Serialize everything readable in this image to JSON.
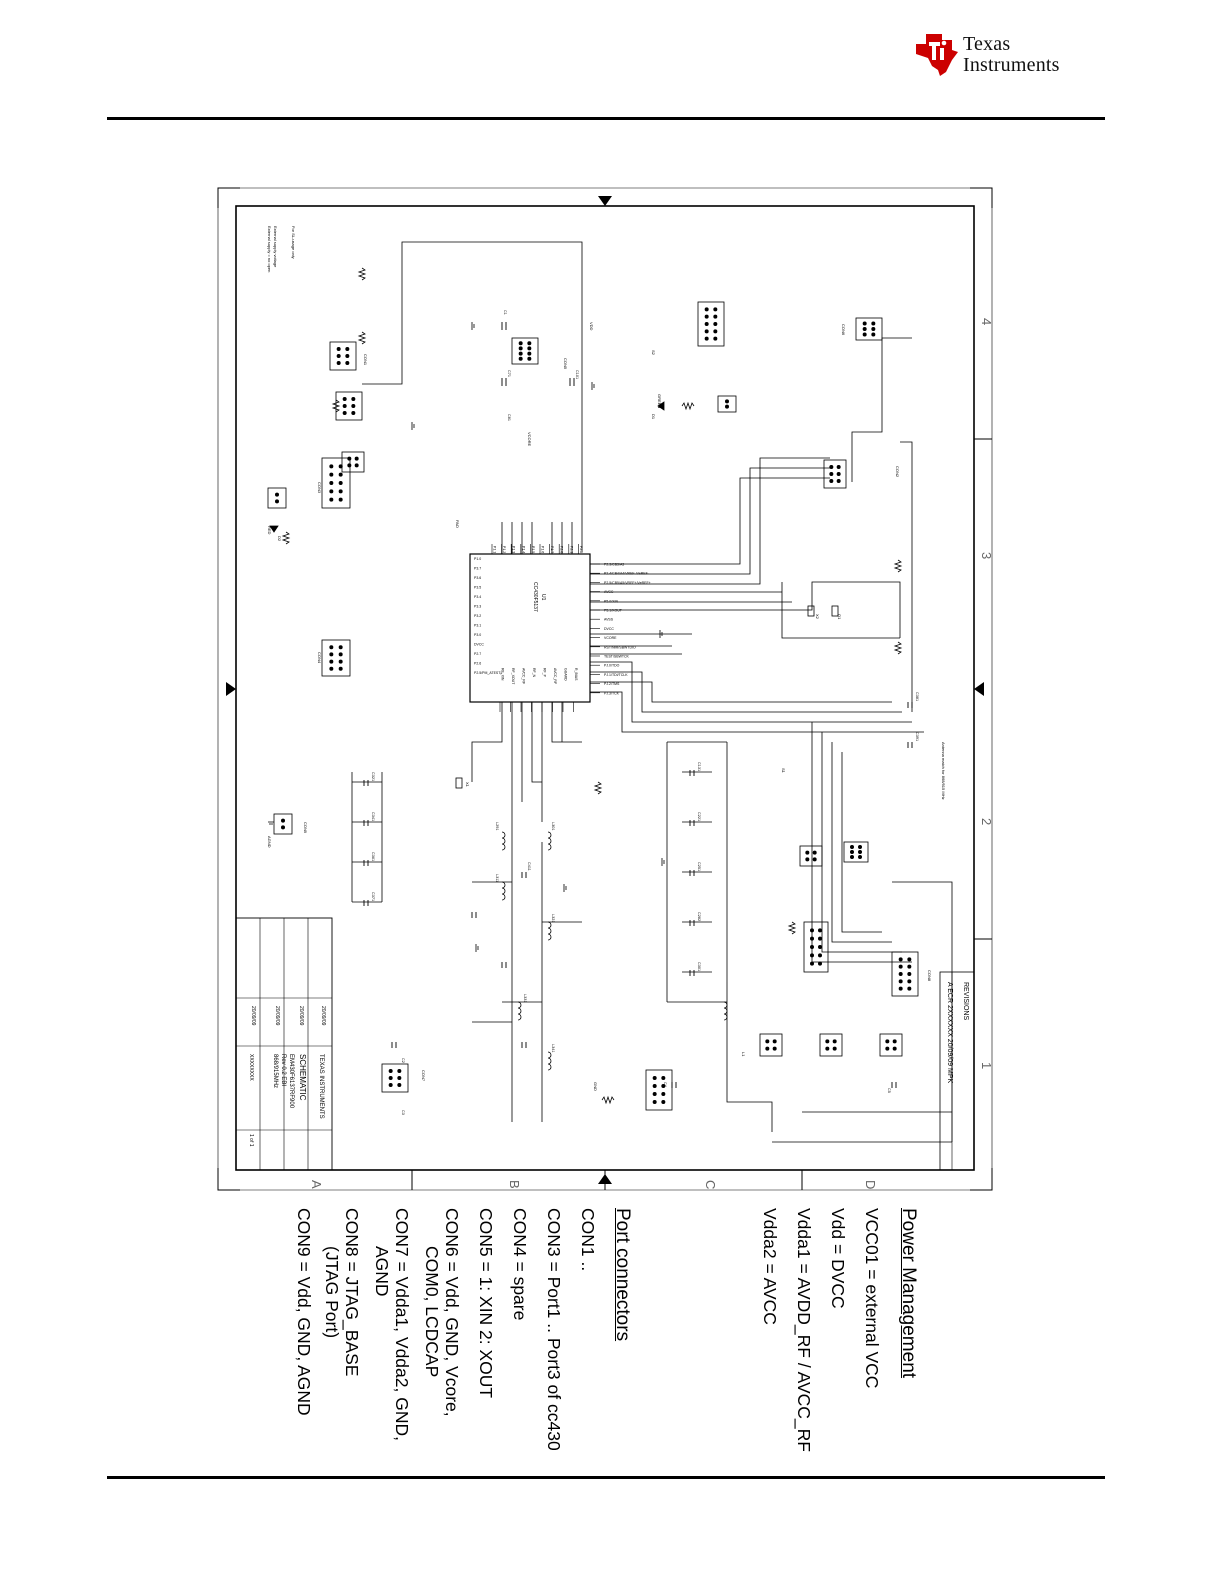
{
  "brand": {
    "line1": "Texas",
    "line2": "Instruments",
    "color": "#cc0000"
  },
  "schematic": {
    "zone_numbers": [
      "4",
      "3",
      "2",
      "1"
    ],
    "zone_letters": [
      "D",
      "C",
      "B",
      "A"
    ],
    "chip": {
      "ref": "U1",
      "part": "CC430F5137",
      "left_pins": [
        "P1.0",
        "P3.7",
        "P3.6",
        "P3.5",
        "P3.4",
        "P3.3",
        "P3.2",
        "P3.1",
        "P3.0",
        "DVCC",
        "P2.7",
        "P2.6",
        "P2.5/PM_ATEST1"
      ],
      "right_pins": [
        "P2.3/CB3/A3",
        "P2.4/CB4/A4/VREF-/VeREF-",
        "P2.5/CB5/A5/VREF+/VeREF+",
        "AVCC",
        "P5.0/XIN",
        "P5.1/XOUT",
        "AVSS",
        "DVCC",
        "VCORE",
        "RST/NMI/SBWTDIO",
        "TEST/SBWTCK",
        "PJ.0/TDO",
        "PJ.1/TDI/TCLK",
        "PJ.2/TMS",
        "PJ.3/TCK"
      ],
      "top_pins": [
        "P1.1",
        "P1.2",
        "P1.3",
        "P1.4",
        "P1.5",
        "P1.6",
        "P1.7",
        "P2.0",
        "P2.1",
        "P2.2"
      ],
      "bottom_pins": [
        "RF_XIN",
        "RF_XOUT",
        "AVCC_RF",
        "RF_N",
        "RF_P",
        "AVCC_RF",
        "GUARD",
        "R_BIAS"
      ]
    },
    "labels": {
      "vdd": "VDD",
      "vcore": "VCORE",
      "gnd": "GND",
      "agnd": "AGND",
      "pad": "PAD",
      "green": "GREEN",
      "d1": "D1",
      "d2": "D2",
      "led_red": "RED",
      "s1": "S1",
      "s2": "S2",
      "x1": "X1",
      "x2": "X2",
      "q1": "Q1",
      "l1": "L1",
      "note_for_sl": "For SL-usage only",
      "note_ext1": "External supply voltage",
      "note_ext2": "External supply = no open",
      "rev_note": "Antenna match for\n868/915 MHz"
    },
    "connectors": [
      "CON1",
      "CON2",
      "CON3",
      "CON4",
      "CON5",
      "CON6",
      "CON7",
      "CON8",
      "CON9"
    ],
    "caps": [
      "C1",
      "C2",
      "C3",
      "C4",
      "C5",
      "C71",
      "C81",
      "C101",
      "C131",
      "C221",
      "C251",
      "C282",
      "C301",
      "C321",
      "C341",
      "C361",
      "C371",
      "C381",
      "C391",
      "C411"
    ],
    "inductors": [
      "L291",
      "L301",
      "L311",
      "L321",
      "L331",
      "L341"
    ],
    "title_block": {
      "company": "TEXAS INSTRUMENTS",
      "title": "SCHEMATIC",
      "board": "EM430F6137RF900",
      "rev": "Rev 0.2 EBI",
      "freq": "868/915MHz",
      "date1": "20/09/09",
      "date2": "20/09/09",
      "date3": "20/09/09",
      "date4": "20/09/09",
      "sheet": "1 of 1",
      "doc": "XXXXXXXX"
    },
    "revision_box": {
      "header": "REVISIONS",
      "row": "A  ECR  2XXXXXX  20/09/09  MPK"
    }
  },
  "notes": {
    "power": {
      "heading": "Power Management",
      "lines": [
        "VCC01 = external VCC",
        "Vdd      = DVCC",
        "Vdda1  = AVDD_RF / AVCC_RF",
        "Vdda2  = AVCC"
      ]
    },
    "ports": {
      "heading": "Port connectors",
      "lines": [
        {
          "a": "CON1 ..",
          "b": ""
        },
        {
          "a": "CON3 = Port1 .. Port3 of cc430",
          "b": ""
        },
        {
          "a": "CON4 = spare",
          "b": ""
        },
        {
          "a": "CON5 = 1: XIN  2: XOUT",
          "b": ""
        },
        {
          "a": "CON6 = Vdd, GND, Vcore,",
          "b": "COM0, LCDCAP"
        },
        {
          "a": "CON7 = Vdda1, Vdda2, GND,",
          "b": "AGND"
        },
        {
          "a": "CON8 = JTAG_BASE",
          "b": "(JTAG Port)"
        },
        {
          "a": "CON9 = Vdd, GND, AGND",
          "b": ""
        }
      ]
    }
  }
}
